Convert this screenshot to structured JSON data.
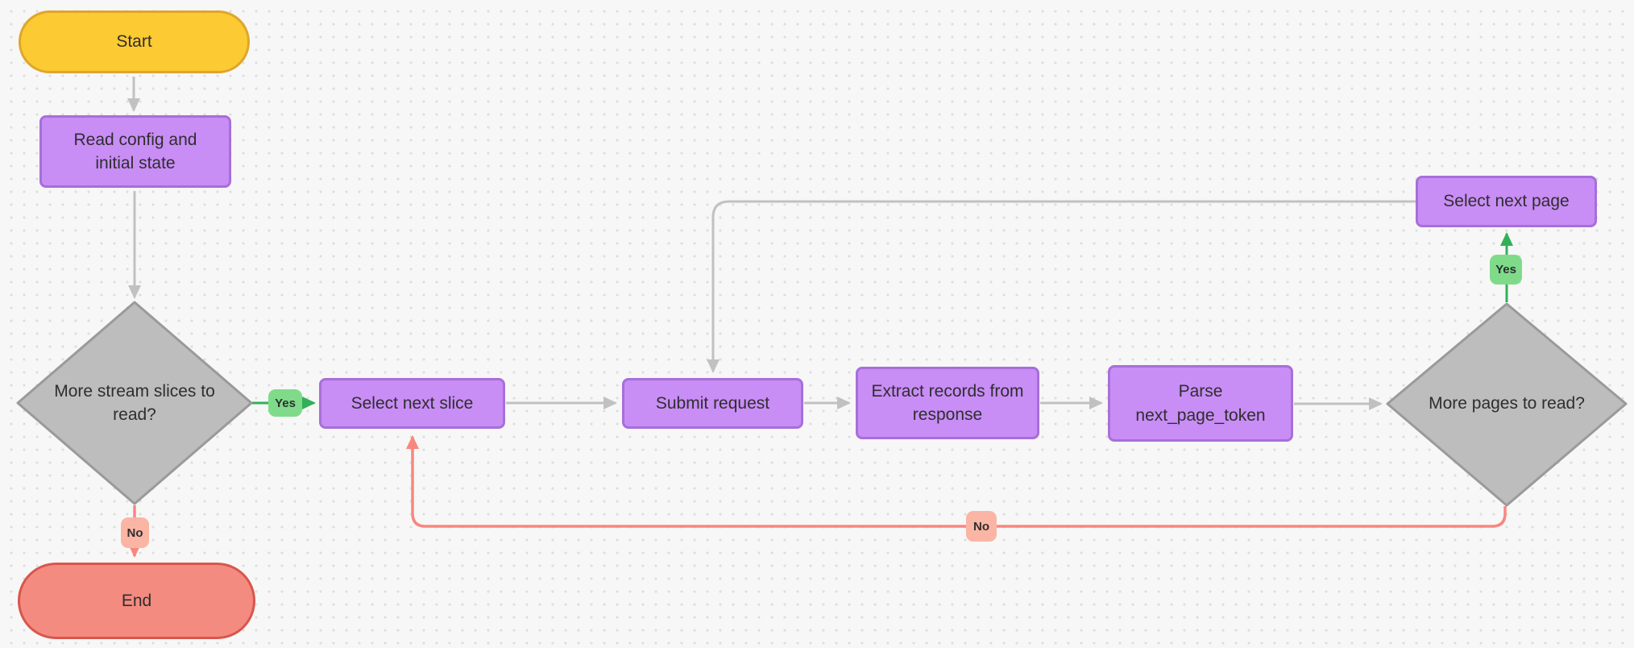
{
  "diagram": {
    "type": "flowchart",
    "background_color": "#f7f7f7",
    "dot_grid_color": "#dedede",
    "colors": {
      "terminator_start_fill": "#fcca33",
      "terminator_start_border": "#dfa52b",
      "terminator_end_fill": "#f48b80",
      "terminator_end_border": "#d8564c",
      "process_fill": "#c98df6",
      "process_border": "#a76fd9",
      "decision_fill": "#bdbdbd",
      "decision_border": "#9a9a9a",
      "connector_gray": "#c1c1c1",
      "connector_green": "#31b057",
      "connector_red": "#f8877f",
      "label_yes_bg": "#7fdb8a",
      "label_no_bg": "#fbb5a4",
      "text": "#2e2e2e"
    },
    "nodes": {
      "start": {
        "label": "Start",
        "type": "terminator"
      },
      "read_config": {
        "label": "Read config and initial state",
        "type": "process"
      },
      "more_slices": {
        "label": "More stream slices to read?",
        "type": "decision"
      },
      "select_next_slice": {
        "label": "Select next slice",
        "type": "process"
      },
      "submit_request": {
        "label": "Submit request",
        "type": "process"
      },
      "extract_records": {
        "label": "Extract records from response",
        "type": "process"
      },
      "parse_token": {
        "label": "Parse next_page_token",
        "type": "process"
      },
      "more_pages": {
        "label": "More pages to read?",
        "type": "decision"
      },
      "select_next_page": {
        "label": "Select next page",
        "type": "process"
      },
      "end": {
        "label": "End",
        "type": "terminator"
      }
    },
    "edge_labels": {
      "slices_yes": "Yes",
      "slices_no": "No",
      "pages_yes": "Yes",
      "pages_no": "No"
    },
    "edges": [
      {
        "from": "start",
        "to": "read_config",
        "label": "",
        "color": "gray"
      },
      {
        "from": "read_config",
        "to": "more_slices",
        "label": "",
        "color": "gray"
      },
      {
        "from": "more_slices",
        "to": "select_next_slice",
        "label": "Yes",
        "color": "green"
      },
      {
        "from": "more_slices",
        "to": "end",
        "label": "No",
        "color": "red"
      },
      {
        "from": "select_next_slice",
        "to": "submit_request",
        "label": "",
        "color": "gray"
      },
      {
        "from": "submit_request",
        "to": "extract_records",
        "label": "",
        "color": "gray"
      },
      {
        "from": "extract_records",
        "to": "parse_token",
        "label": "",
        "color": "gray"
      },
      {
        "from": "parse_token",
        "to": "more_pages",
        "label": "",
        "color": "gray"
      },
      {
        "from": "more_pages",
        "to": "select_next_page",
        "label": "Yes",
        "color": "green"
      },
      {
        "from": "more_pages",
        "to": "select_next_slice",
        "label": "No",
        "color": "red"
      },
      {
        "from": "select_next_page",
        "to": "submit_request",
        "label": "",
        "color": "gray"
      }
    ]
  }
}
